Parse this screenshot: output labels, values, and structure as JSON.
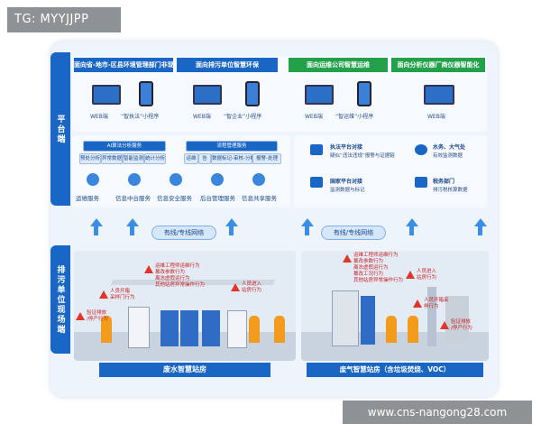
{
  "watermark": "TG: MYYJJPP",
  "footer_url": "www.cns-nangong28.com",
  "platform_side_label": "平台端",
  "site_side_label": "排污单位现场端",
  "top_panels": [
    {
      "title": "面向省-地市-区县环境管理部门非现场监管",
      "labels": [
        "WEB端",
        "“智执法”小程序"
      ],
      "color": "#1a66c4"
    },
    {
      "title": "面向排污单位智慧环保",
      "labels": [
        "WEB端",
        "“智企业”小程序"
      ],
      "color": "#1a66c4"
    },
    {
      "title": "面向运维公司智慧运维",
      "labels": [
        "WEB端",
        "“智运维”小程序"
      ],
      "color": "#23a04a"
    },
    {
      "title": "面向分析仪器厂商仪器智能化",
      "labels": [
        "WEB端"
      ],
      "color": "#23a04a"
    }
  ],
  "ai_service": {
    "title": "AI算法分析服务",
    "items": [
      "预处分析",
      "异常数据",
      "智能监测",
      "统计分析"
    ]
  },
  "flow_service": {
    "title": "流程管理服务",
    "items": [
      "运维",
      "告",
      "数据标记-审核-分析",
      "报警-处理"
    ]
  },
  "left_services": [
    "运维服务",
    "信息中台服务",
    "信息安全服务",
    "后台管理服务",
    "信息共享服务"
  ],
  "right_items": [
    {
      "title": "执法平台对接",
      "desc": "疑似“违法违规”报警与证据链"
    },
    {
      "title": "水务、大气处",
      "desc": "有效监测数据"
    },
    {
      "title": "国家平台对接",
      "desc": "监测数据与标记"
    },
    {
      "title": "税务部门",
      "desc": "排污税核算数据"
    }
  ],
  "network_labels": [
    "有线/专线网络",
    "有线/专线网络"
  ],
  "left_room": {
    "banner": "废水智慧站房",
    "callouts": [
      {
        "text": "运维工程师运维行为\n篡改参数行为\n离冻虚假运行为\n其他站房异常操作行为"
      },
      {
        "text": "人员进入\n站房行为"
      },
      {
        "text": "人员开箱\n采样门行为"
      },
      {
        "text": "验证排放\n/停产行为"
      }
    ]
  },
  "right_room": {
    "banner": "废气智慧站房（含垃圾焚烧、VOC）",
    "callouts": [
      {
        "text": "运维工程师运维行为\n篡改参数行为\n离冻虚假运行为\n篡改工况行为\n其他站房异常操作行为"
      },
      {
        "text": "人员进入\n站房行为"
      },
      {
        "text": "人员开箱采\n样行为"
      },
      {
        "text": "验证排放\n/停产行为"
      }
    ]
  }
}
